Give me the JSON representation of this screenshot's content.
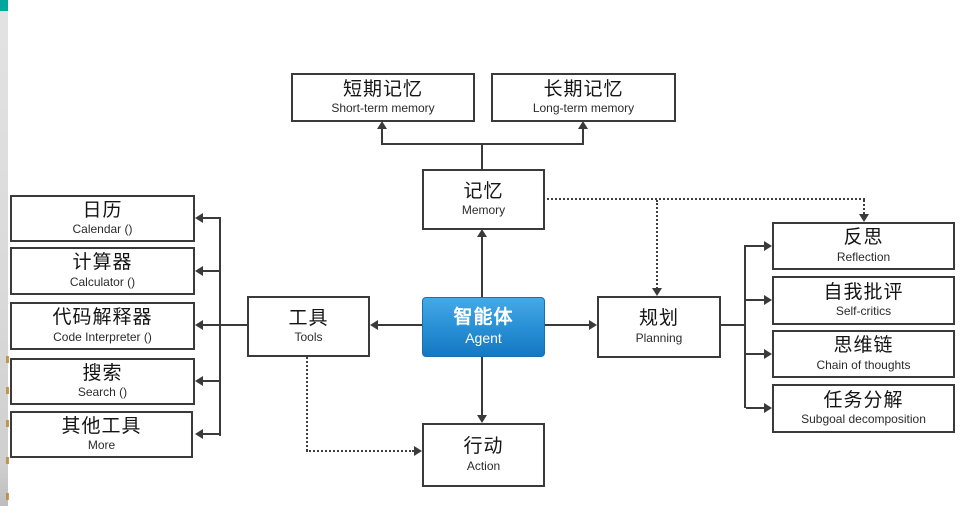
{
  "nodes": {
    "agent": {
      "zh": "智能体",
      "en": "Agent"
    },
    "memory": {
      "zh": "记忆",
      "en": "Memory"
    },
    "short_term_memory": {
      "zh": "短期记忆",
      "en": "Short-term memory"
    },
    "long_term_memory": {
      "zh": "长期记忆",
      "en": "Long-term memory"
    },
    "tools": {
      "zh": "工具",
      "en": "Tools"
    },
    "planning": {
      "zh": "规划",
      "en": "Planning"
    },
    "action": {
      "zh": "行动",
      "en": "Action"
    },
    "tool_items": [
      {
        "zh": "日历",
        "en": "Calendar ()"
      },
      {
        "zh": "计算器",
        "en": "Calculator ()"
      },
      {
        "zh": "代码解释器",
        "en": "Code Interpreter ()"
      },
      {
        "zh": "搜索",
        "en": "Search ()"
      },
      {
        "zh": "其他工具",
        "en": "More"
      }
    ],
    "planning_items": [
      {
        "zh": "反思",
        "en": "Reflection"
      },
      {
        "zh": "自我批评",
        "en": "Self-critics"
      },
      {
        "zh": "思维链",
        "en": "Chain of thoughts"
      },
      {
        "zh": "任务分解",
        "en": "Subgoal decomposition"
      }
    ]
  },
  "colors": {
    "agent_gradient_top": "#47a9e5",
    "agent_gradient_bottom": "#1478c2",
    "agent_text": "#ffffff",
    "box_border": "#3a3a3a",
    "connector_line": "#3a3a3a",
    "accent_teal_corner": "#00a79d",
    "edge_strip_gray": "#d9d9d9",
    "strip_tick_orange": "#b8862d"
  }
}
